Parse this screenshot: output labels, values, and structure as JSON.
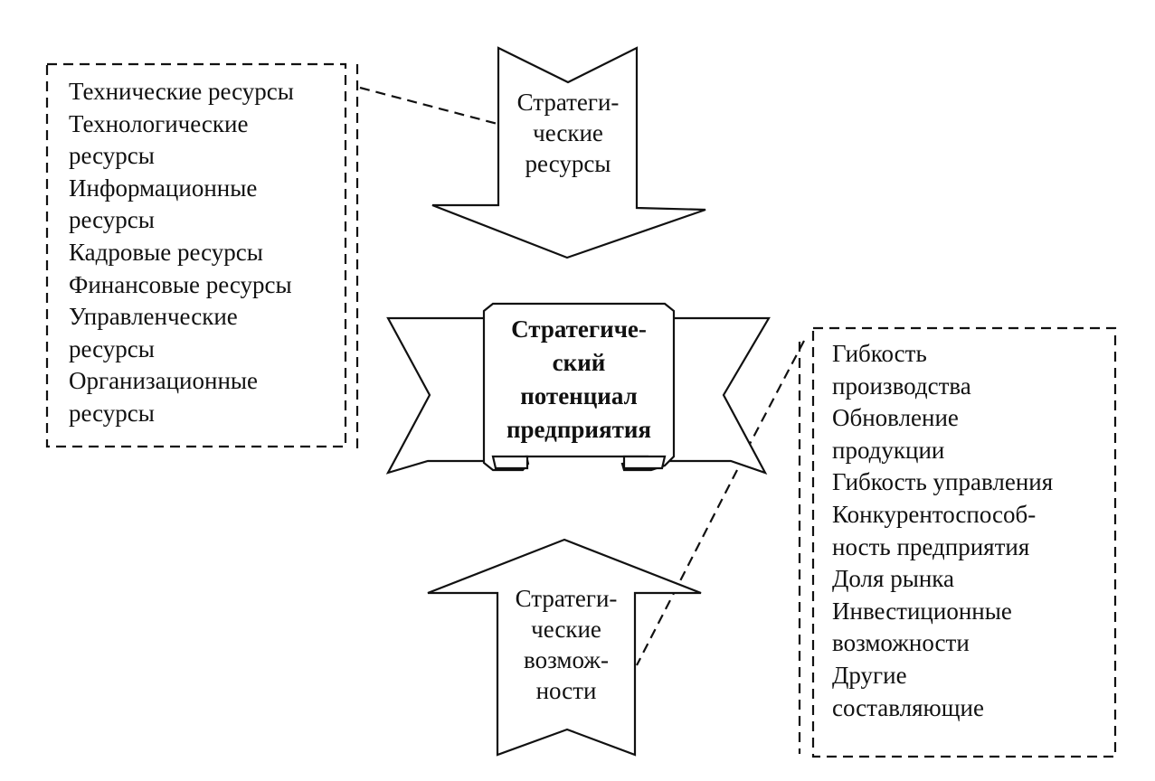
{
  "left_box": {
    "lines": "Технические ресурсы\nТехнологические\nресурсы\nИнформационные\nресурсы\nКадровые ресурсы\nФинансовые ресурсы\nУправленческие\nресурсы\nОрганизационные\nресурсы"
  },
  "top_arrow": {
    "label": "Стратеги-\nческие\nресурсы"
  },
  "center": {
    "label": "Стратегиче-\nский\nпотенциал\nпредприятия"
  },
  "bottom_arrow": {
    "label": "Стратеги-\nческие\nвозмож-\nности"
  },
  "right_box": {
    "lines": "Гибкость\nпроизводства\nОбновление\nпродукции\nГибкость управления\nКонкурентоспособ-\nность предприятия\nДоля рынка\nИнвестиционные\nвозможности\nДругие\nсоставляющие"
  }
}
